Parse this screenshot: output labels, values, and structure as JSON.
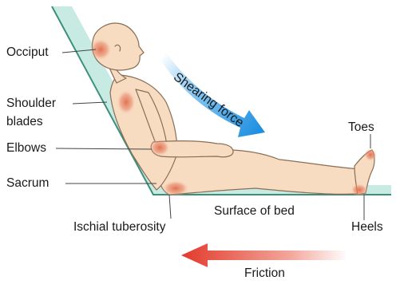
{
  "diagram": {
    "labels": {
      "occiput": "Occiput",
      "shoulder_blades_line1": "Shoulder",
      "shoulder_blades_line2": "blades",
      "elbows": "Elbows",
      "sacrum": "Sacrum",
      "ischial_tuberosity": "Ischial tuberosity",
      "surface_of_bed": "Surface of bed",
      "heels": "Heels",
      "toes": "Toes",
      "shearing_force": "Shearing force",
      "friction": "Friction"
    },
    "colors": {
      "bed_surface": "#c7ebe2",
      "bed_edge": "#3d8f7c",
      "skin": "#f7dcc1",
      "skin_outline": "#8a6d55",
      "pressure_point": "#e06b4a",
      "shearing_arrow": "#1f8fe0",
      "friction_arrow": "#e23a2b"
    }
  }
}
